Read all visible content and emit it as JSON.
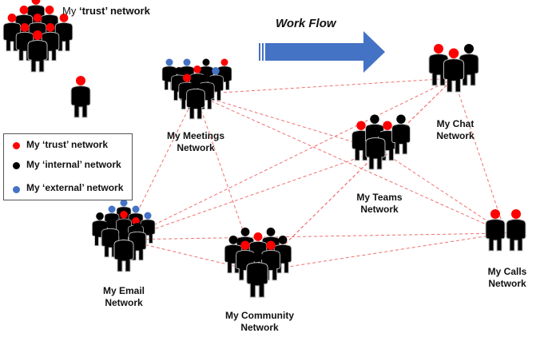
{
  "header": {
    "trust_title_prefix": "My",
    "trust_title_bold": "‘trust’ network",
    "workflow_label": "Work Flow"
  },
  "legend": {
    "items": [
      {
        "label": "My ‘trust’ network",
        "color": "#ff0000"
      },
      {
        "label": "My ‘internal’ network",
        "color": "#000000"
      },
      {
        "label": "My ‘external’ network",
        "color": "#4472c4"
      }
    ]
  },
  "nodes": [
    {
      "id": "meetings",
      "line1": "My Meetings",
      "line2": "Network"
    },
    {
      "id": "chat",
      "line1": "My Chat",
      "line2": "Network"
    },
    {
      "id": "teams",
      "line1": "My Teams",
      "line2": "Network"
    },
    {
      "id": "email",
      "line1": "My Email",
      "line2": "Network"
    },
    {
      "id": "community",
      "line1": "My Community",
      "line2": "Network"
    },
    {
      "id": "calls",
      "line1": "My Calls",
      "line2": "Network"
    }
  ],
  "connections": [
    [
      "meetings",
      "chat"
    ],
    [
      "meetings",
      "teams"
    ],
    [
      "meetings",
      "calls"
    ],
    [
      "meetings",
      "community"
    ],
    [
      "meetings",
      "email"
    ],
    [
      "email",
      "chat"
    ],
    [
      "email",
      "teams"
    ],
    [
      "email",
      "calls"
    ],
    [
      "email",
      "community"
    ],
    [
      "community",
      "teams"
    ],
    [
      "community",
      "chat"
    ],
    [
      "community",
      "calls"
    ],
    [
      "chat",
      "calls"
    ],
    [
      "teams",
      "calls"
    ],
    [
      "teams",
      "chat"
    ]
  ],
  "colors": {
    "trust": "#ff0000",
    "internal": "#000000",
    "external": "#4472c4",
    "arrow": "#4472c4",
    "connection": "#f07070"
  }
}
